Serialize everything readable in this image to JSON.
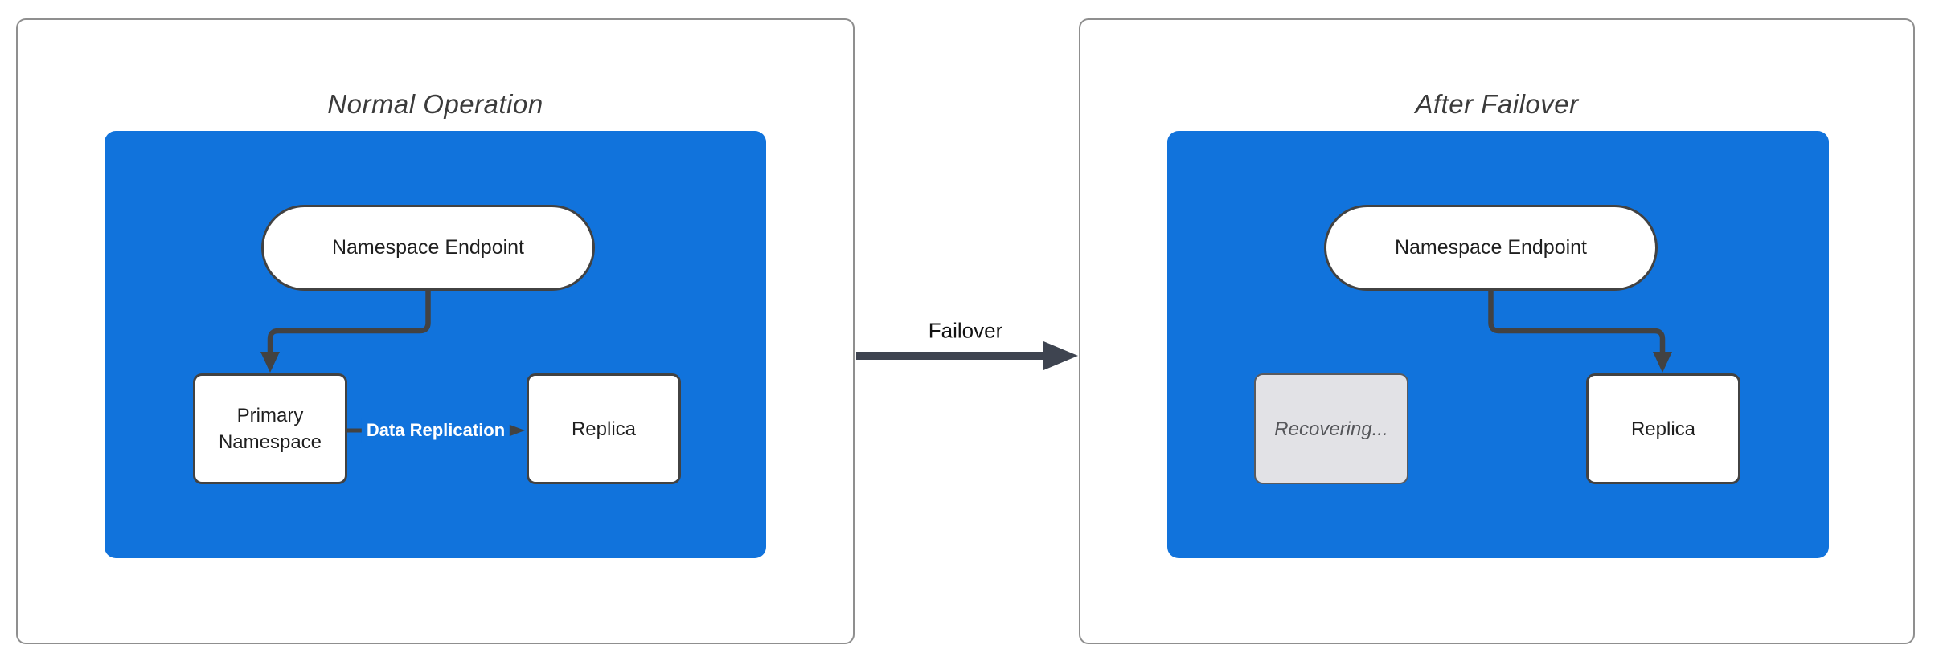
{
  "theme": {
    "blue": "#1173DC",
    "border_dark": "#424242",
    "arrow_dark": "#3E4450",
    "panel_border": "#8F8F8F",
    "node_text": "#1F1F1F",
    "muted_fill": "#E2E2E6",
    "muted_border": "#5A5B5F",
    "muted_text": "#55565A",
    "title_text": "#3B3B3B",
    "label_on_blue": "#FFFFFF"
  },
  "panels": [
    {
      "title": "Normal Operation",
      "endpoint_label": "Namespace Endpoint",
      "left_node_label": "Primary Namespace",
      "right_node_label": "Replica",
      "edge_label": "Data Replication"
    },
    {
      "title": "After Failover",
      "endpoint_label": "Namespace Endpoint",
      "left_node_label": "Recovering...",
      "right_node_label": "Replica"
    }
  ],
  "failover_label": "Failover"
}
